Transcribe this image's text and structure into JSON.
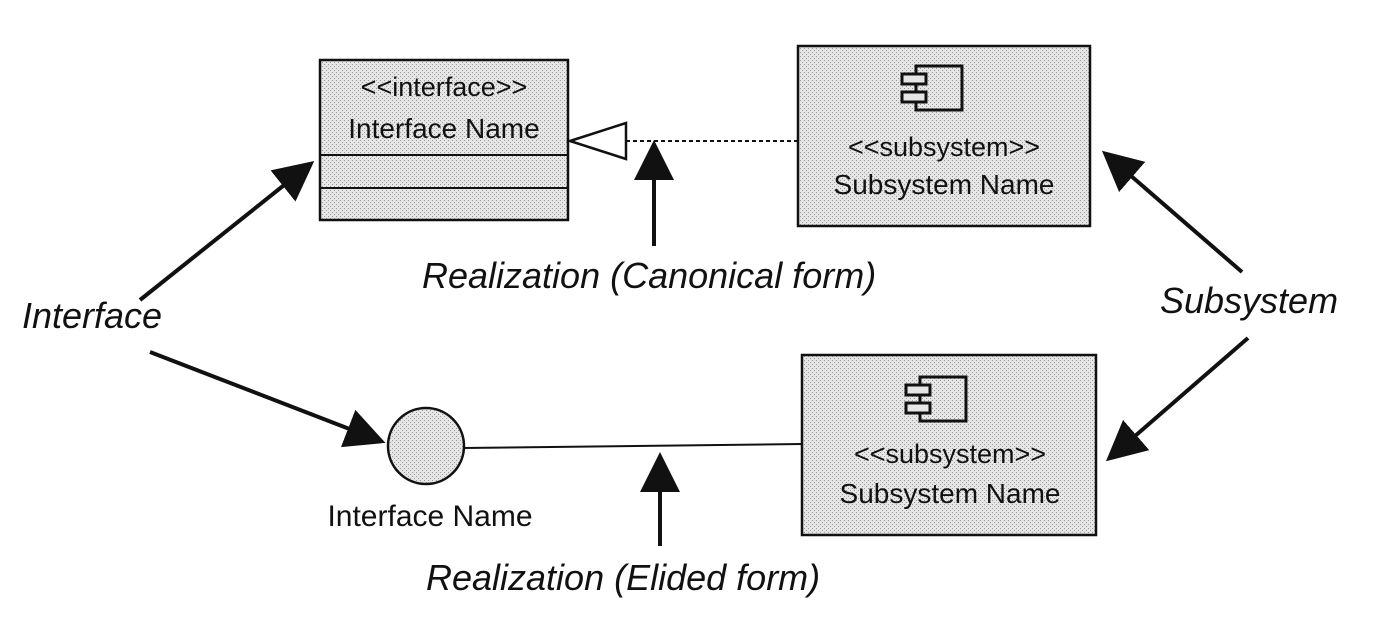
{
  "interface_class": {
    "stereotype": "<<interface>>",
    "name": "Interface Name"
  },
  "subsystem_top": {
    "stereotype": "<<subsystem>>",
    "name": "Subsystem Name"
  },
  "subsystem_bottom": {
    "stereotype": "<<subsystem>>",
    "name": "Subsystem Name"
  },
  "lollipop_label": "Interface Name",
  "callouts": {
    "interface": "Interface",
    "subsystem": "Subsystem",
    "realization_canonical": "Realization (Canonical form)",
    "realization_elided": "Realization (Elided form)"
  },
  "colors": {
    "box_fill": "#d9d9d9",
    "stroke": "#111111",
    "background": "#ffffff"
  }
}
